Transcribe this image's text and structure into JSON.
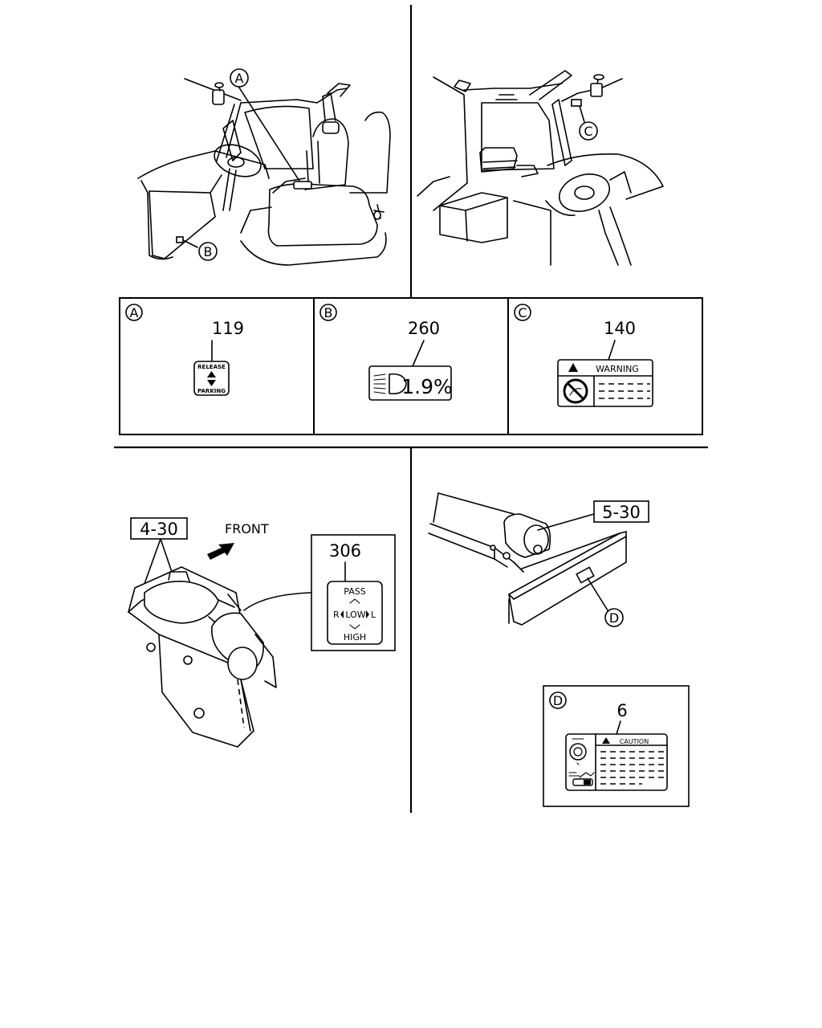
{
  "callouts": {
    "a": "A",
    "b": "B",
    "c": "C",
    "d": "D"
  },
  "labels": {
    "a_part": "119",
    "a_top": "RELEASE",
    "a_bottom": "PARKING",
    "b_part": "260",
    "b_value": "1.9%",
    "c_part": "140",
    "c_warning": "WARNING",
    "d_part": "6",
    "d_caution": "CAUTION",
    "switch_part": "306",
    "switch_pass": "PASS",
    "switch_r": "R",
    "switch_low": "LOW",
    "switch_l": "L",
    "switch_high": "HIGH"
  },
  "refs": {
    "bracket": "4-30",
    "frame": "5-30",
    "direction": "FRONT"
  }
}
